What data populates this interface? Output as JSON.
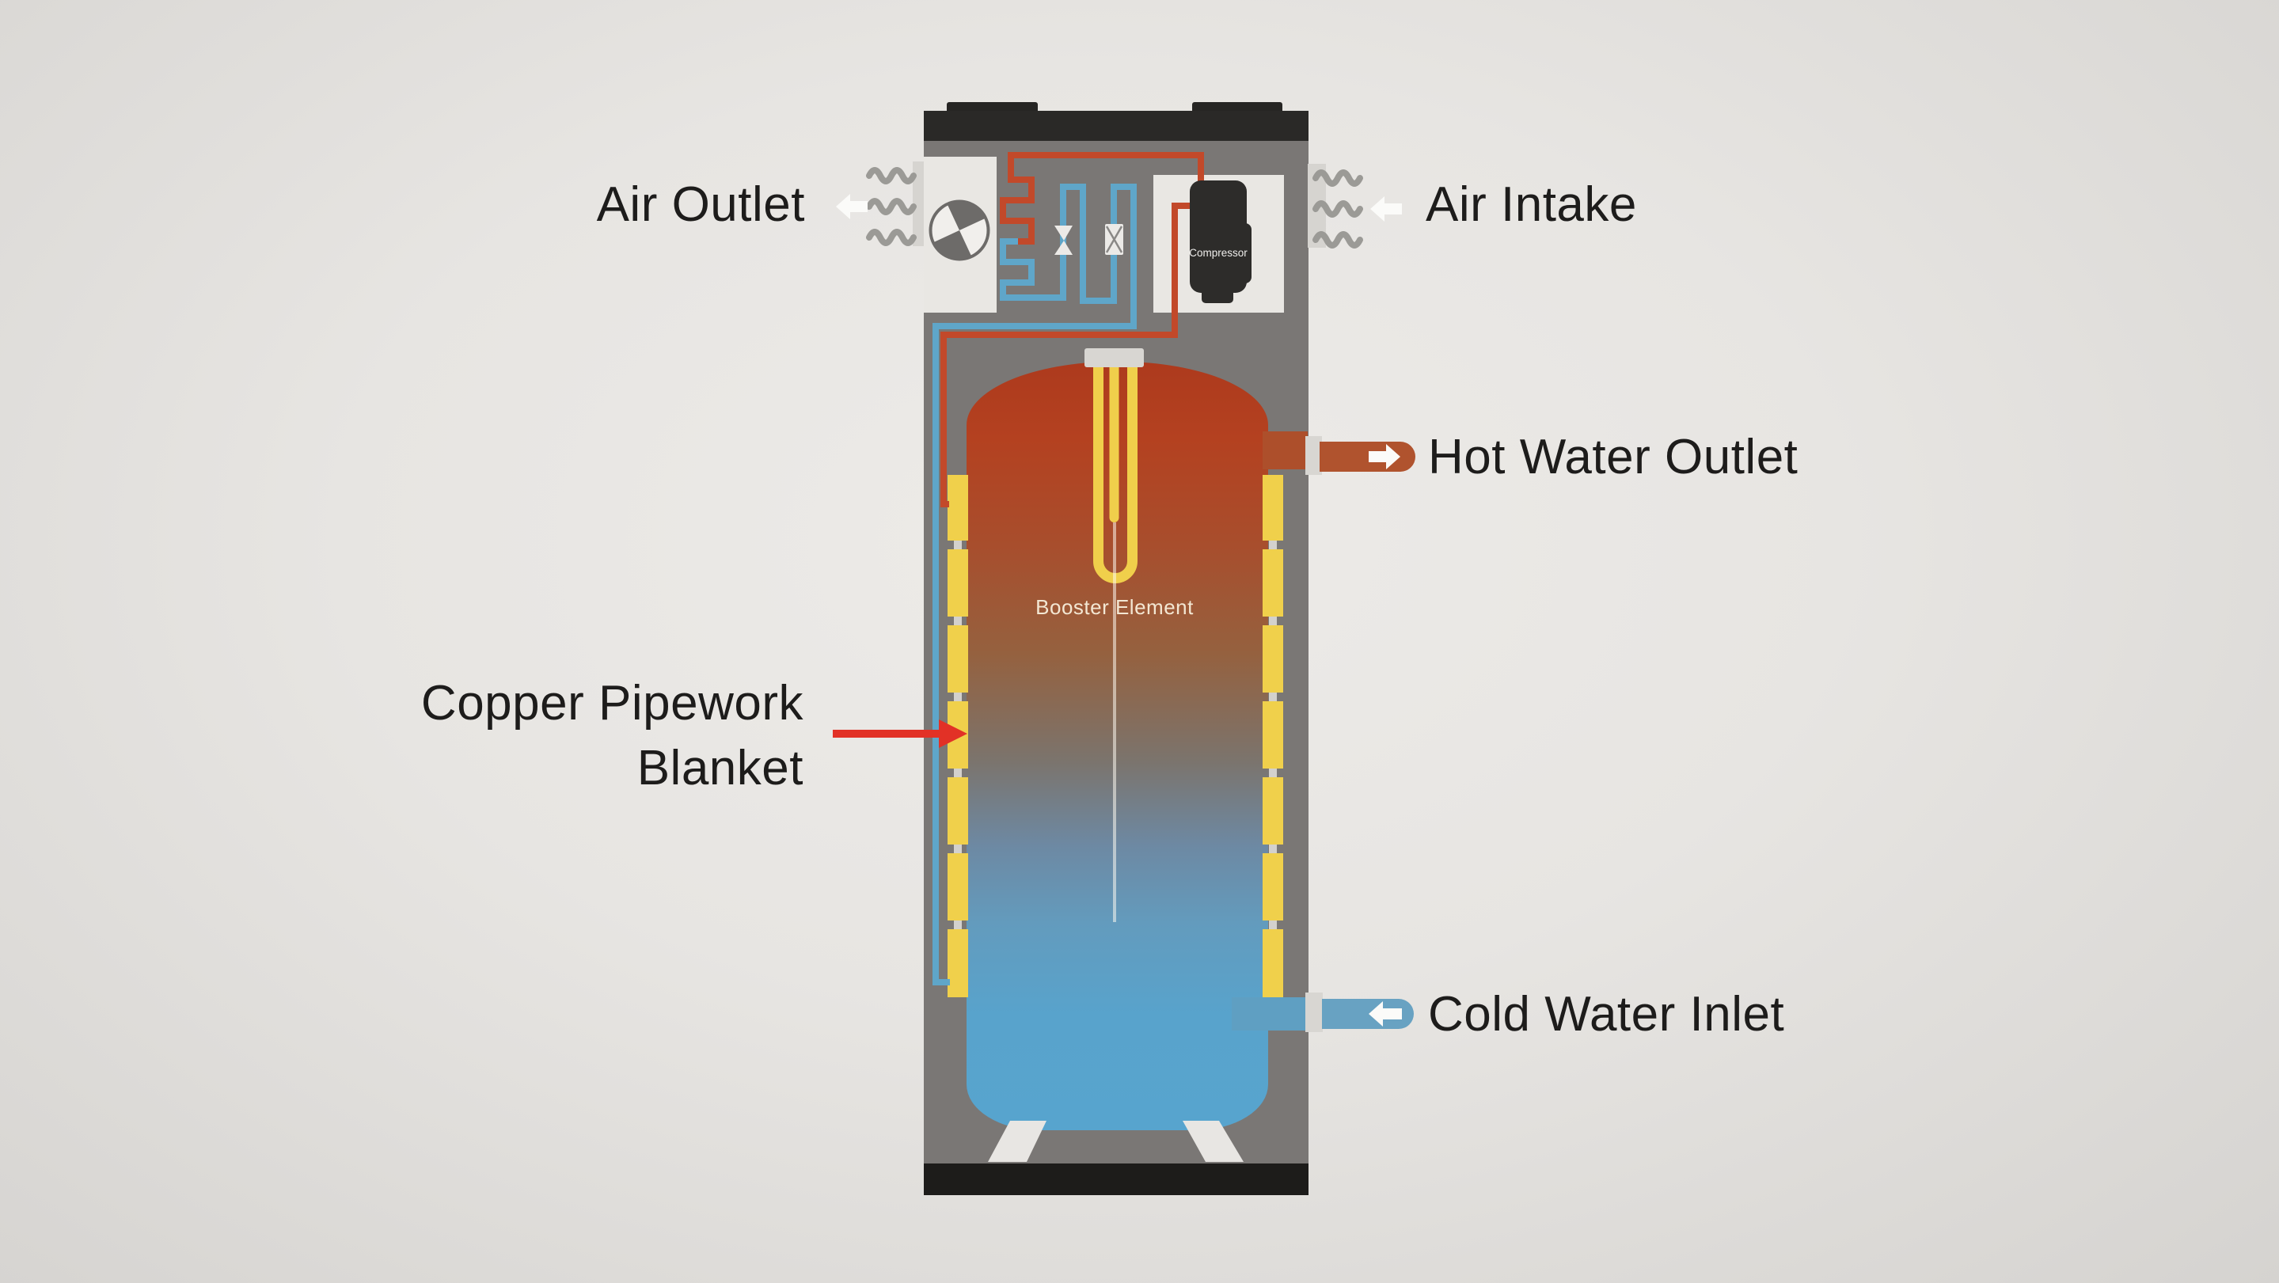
{
  "labels": {
    "air_outlet": "Air Outlet",
    "air_intake": "Air Intake",
    "hot_water_outlet": "Hot Water Outlet",
    "cold_water_inlet": "Cold Water Inlet",
    "copper_pipework_line1": "Copper Pipework",
    "copper_pipework_line2": "Blanket"
  },
  "components": {
    "booster_element": "Booster Element",
    "compressor": "Compressor"
  },
  "icons": {
    "fan": "quartered-circle-fan",
    "expansion_valve": "bowtie-valve",
    "shutoff_valve": "crossed-box-valve",
    "air_flow": "triple-wave",
    "flow_arrow": "block-arrow",
    "pointer": "red-arrow"
  },
  "colors": {
    "background": "#e9e7e4",
    "cabinet_gray": "#7a7775",
    "cabinet_cap": "#2a2927",
    "cabinet_base": "#1d1c1a",
    "panel_white": "#e9e7e3",
    "copper_yellow": "#f0d04b",
    "hot_water_pipe": "#b0532e",
    "cold_water_pipe": "#68a2c2",
    "refrigerant_hot": "#c2492a",
    "refrigerant_cold": "#5fa6c9",
    "tank_hot_top": "#b23f1f",
    "tank_cold_bottom": "#57a4ce",
    "label_text": "#1d1c1b",
    "pointer_red": "#e23126",
    "booster_text": "#f3e7d3"
  }
}
